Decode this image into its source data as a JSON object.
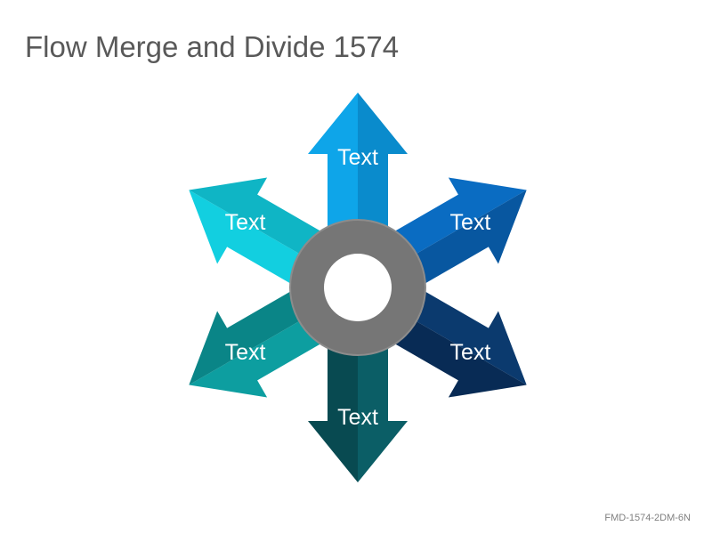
{
  "title": "Flow Merge and Divide 1574",
  "footer_code": "FMD-1574-2DM-6N",
  "hub": {
    "ring_color": "#767676",
    "ring_stroke": "#8c8c8c",
    "hole_color": "#ffffff"
  },
  "arrows": [
    {
      "id": "top",
      "label": "Text",
      "direction_deg": -90,
      "color": "#0ea5e9",
      "shade": "#0a8bcc"
    },
    {
      "id": "upper-right",
      "label": "Text",
      "direction_deg": -30,
      "color": "#0a6cc2",
      "shade": "#0857a0"
    },
    {
      "id": "lower-right",
      "label": "Text",
      "direction_deg": 30,
      "color": "#0b3a6e",
      "shade": "#082b55"
    },
    {
      "id": "bottom",
      "label": "Text",
      "direction_deg": 90,
      "color": "#0b5e66",
      "shade": "#084a51"
    },
    {
      "id": "lower-left",
      "label": "Text",
      "direction_deg": 150,
      "color": "#0d9ea0",
      "shade": "#0a8587"
    },
    {
      "id": "upper-left",
      "label": "Text",
      "direction_deg": -150,
      "color": "#12cfe0",
      "shade": "#0fb5c5"
    }
  ]
}
